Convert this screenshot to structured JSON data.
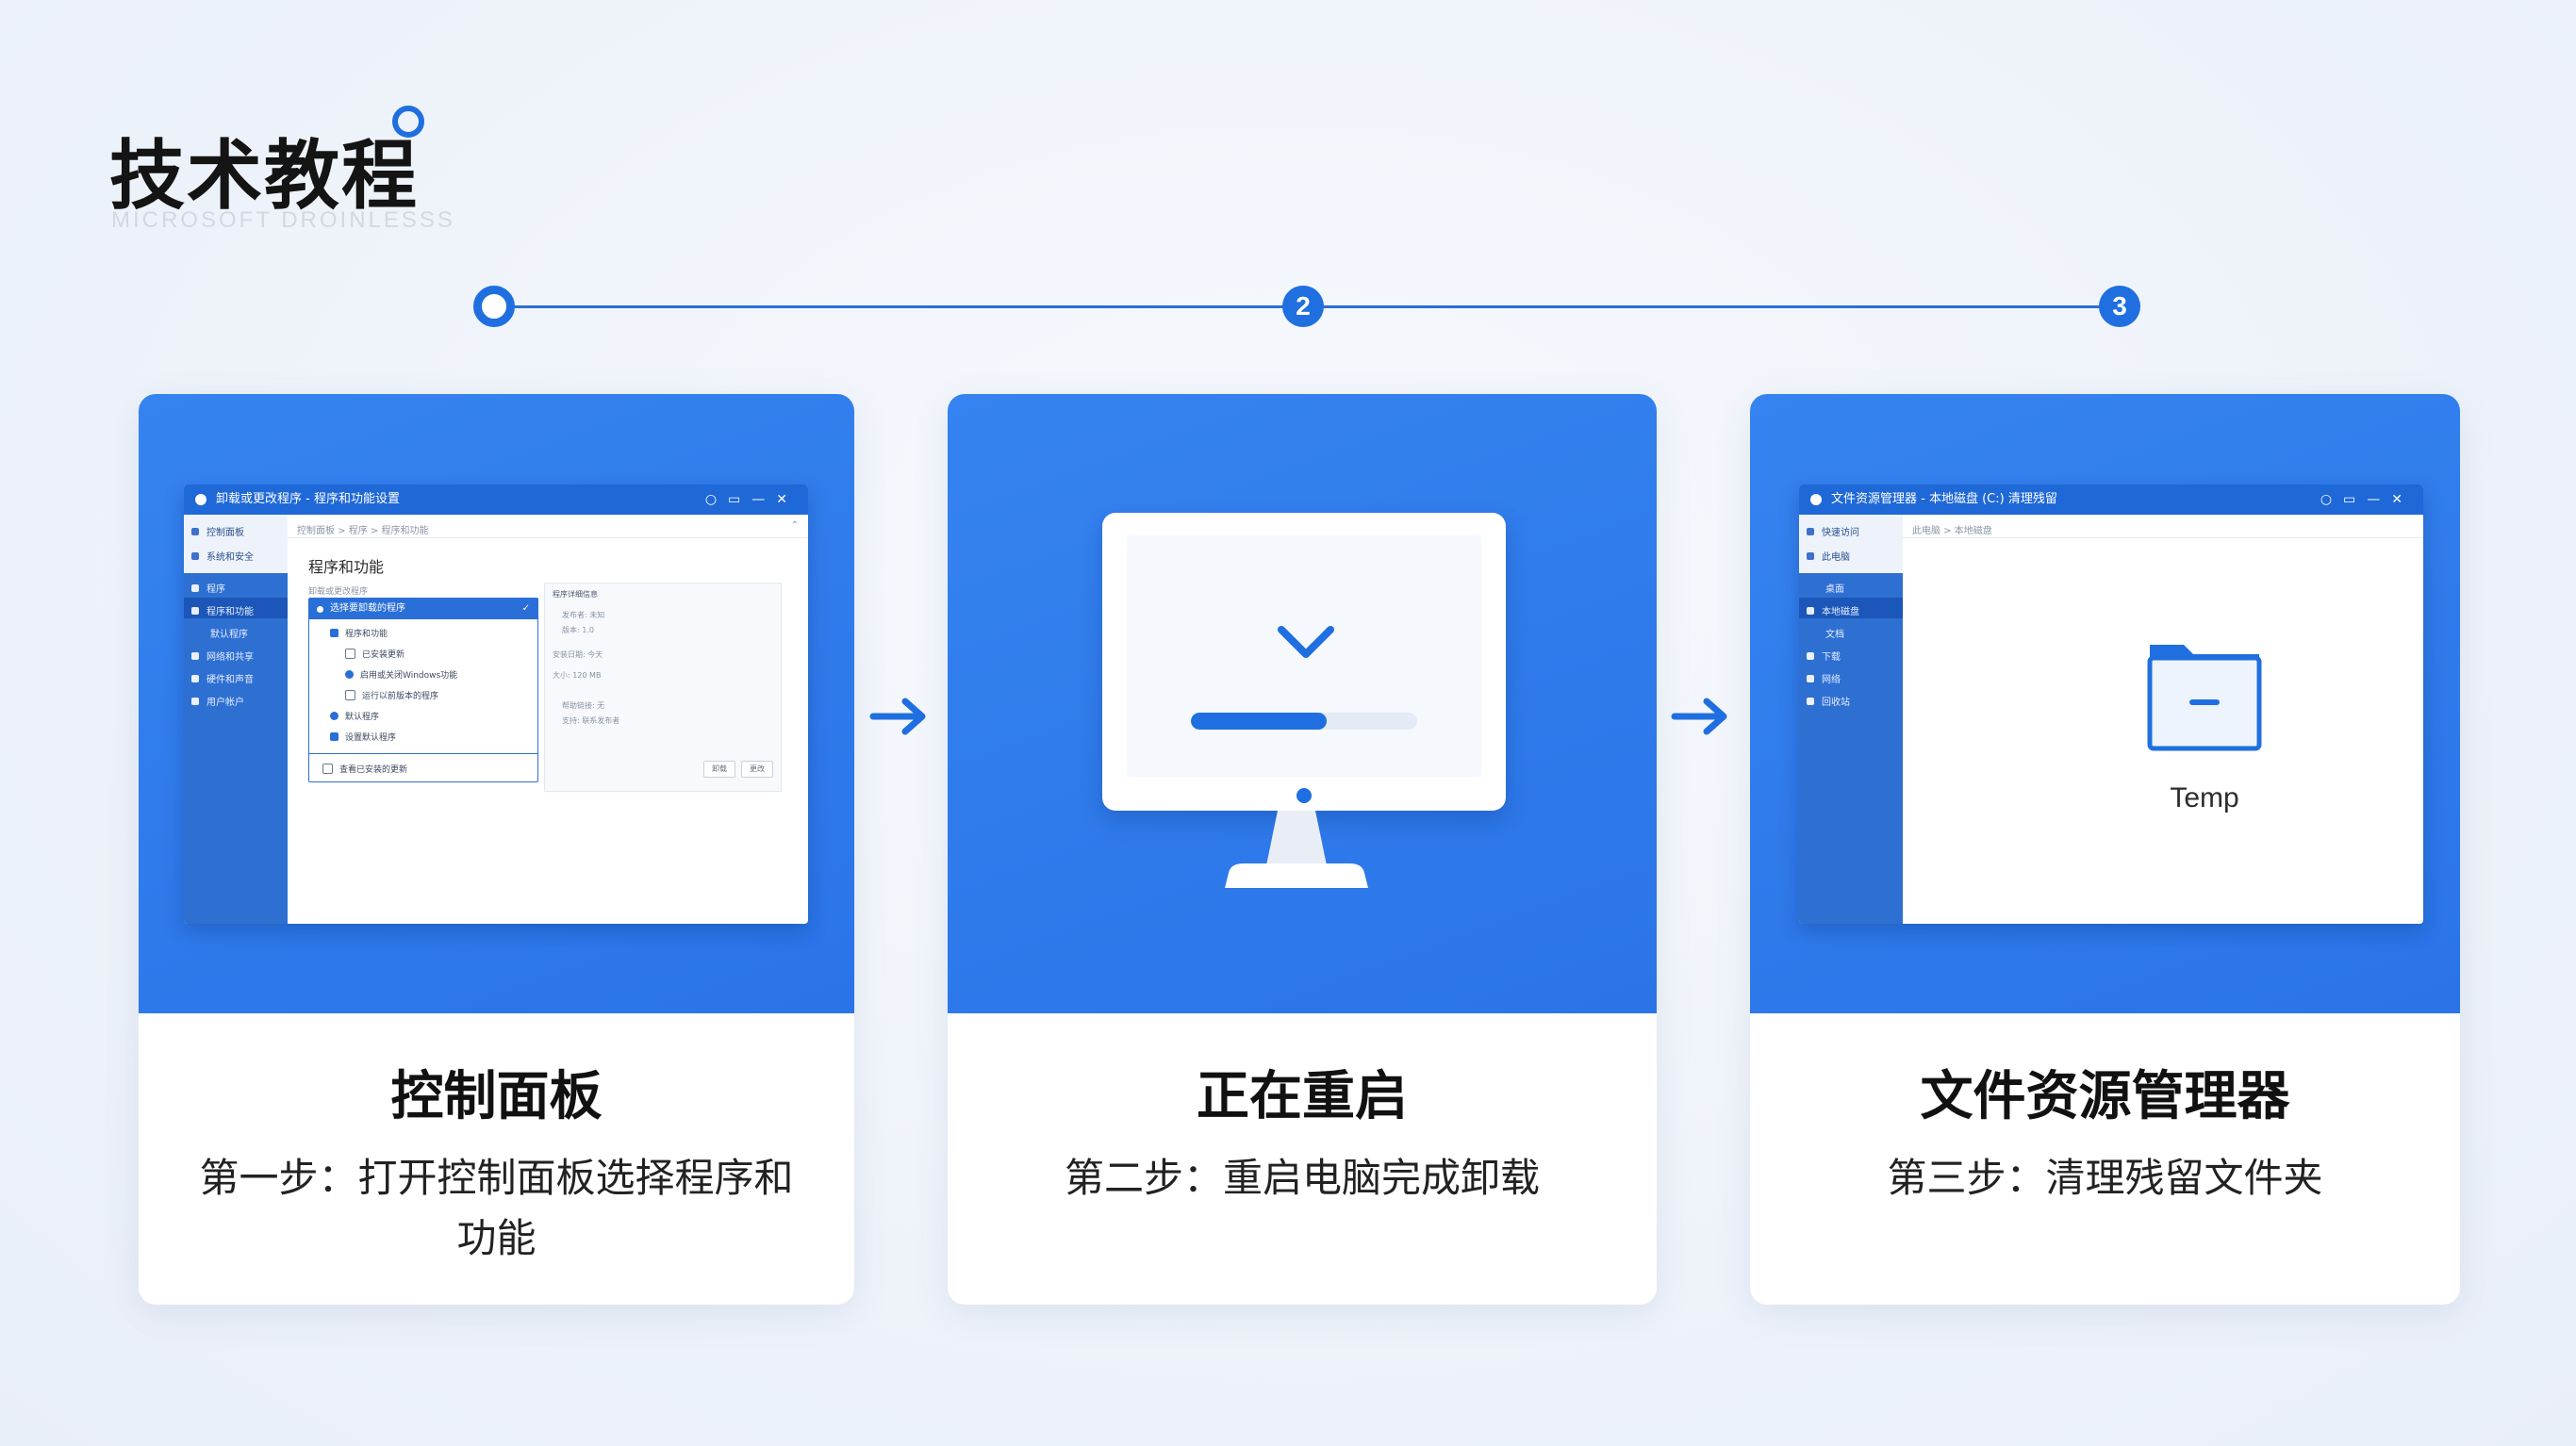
{
  "header": {
    "title": "技术教程",
    "subtitle": "MICROSOFT DROINLESSS"
  },
  "timeline": {
    "nodes": [
      {
        "label": ""
      },
      {
        "label": "2"
      },
      {
        "label": "3"
      }
    ]
  },
  "colors": {
    "accent": "#1f6fe0",
    "card_top": "#3583f0",
    "card_bottom": "#ffffff"
  },
  "progress": {
    "restart_percent": 0.6
  },
  "cards": [
    {
      "title": "控制面板",
      "description": "第一步：打开控制面板选择程序和功能",
      "window": {
        "title": "卸载或更改程序 - 程序和功能设置",
        "breadcrumb": "控制面板 > 程序 > 程序和功能",
        "heading": "程序和功能",
        "section_label": "卸载或更改程序",
        "sidebar": [
          "控制面板",
          "系统和安全",
          "程序",
          "程序和功能",
          "默认程序",
          "网络和共享",
          "硬件和声音",
          "用户帐户"
        ],
        "dropdown_header": "选择要卸载的程序",
        "dropdown_rows": [
          "程序和功能",
          "已安装更新",
          "启用或关闭Windows功能",
          "运行以前版本的程序",
          "默认程序",
          "设置默认程序"
        ],
        "dropdown_footer": "查看已安装的更新",
        "right_pane_title": "程序详细信息",
        "right_pane_lines": [
          "发布者: 未知",
          "版本: 1.0",
          "安装日期: 今天",
          "大小: 120 MB",
          "帮助链接: 无",
          "支持: 联系发布者"
        ],
        "buttons": [
          "卸载",
          "更改"
        ]
      }
    },
    {
      "title": "正在重启",
      "description": "第二步：重启电脑完成卸载"
    },
    {
      "title": "文件资源管理器",
      "description": "第三步：清理残留文件夹",
      "window": {
        "title": "文件资源管理器 - 本地磁盘 (C:) 清理残留",
        "breadcrumb": "此电脑 > 本地磁盘",
        "sidebar": [
          "快速访问",
          "此电脑",
          "桌面",
          "本地磁盘",
          "文档",
          "下载",
          "网络",
          "回收站"
        ],
        "folder_name": "Temp"
      }
    }
  ],
  "window_controls": [
    "○",
    "▭",
    "—",
    "✕"
  ],
  "icons": {
    "arrow": "arrow-right-icon",
    "check": "checkmark-icon",
    "folder": "folder-icon"
  }
}
